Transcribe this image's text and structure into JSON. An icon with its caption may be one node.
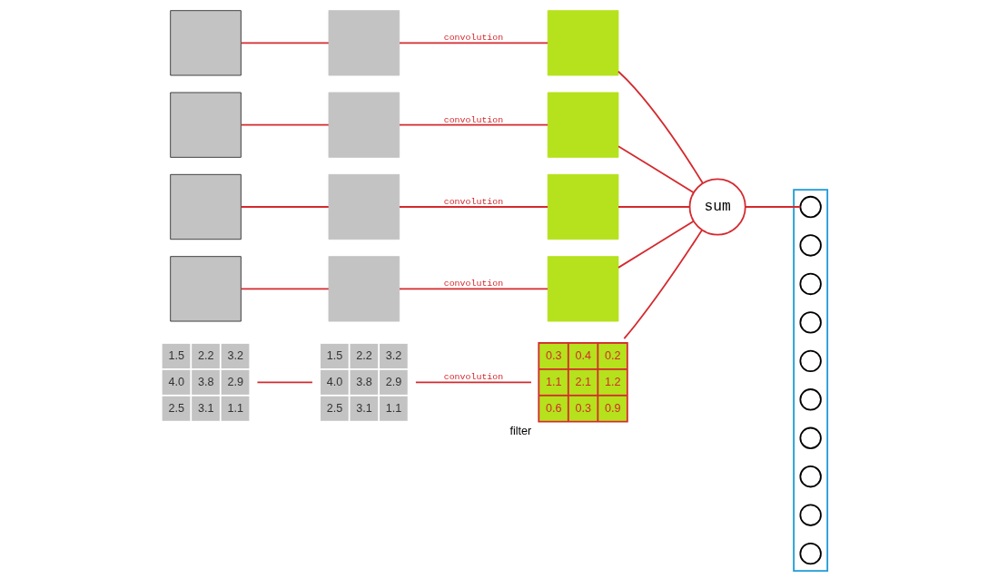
{
  "diagram": {
    "nodes": [
      {
        "text": [],
        "shape": "box"
      },
      {
        "text": [],
        "shape": "box"
      },
      {
        "text": [],
        "shape": "box"
      },
      {
        "text": [],
        "shape": "box"
      },
      {
        "text": [
          "1.5",
          "2.2",
          "3.2",
          "4.0",
          "3.8",
          "2.9",
          "2.5",
          "3.1",
          "1.1"
        ]
      },
      {
        "text": [],
        "shape": "box"
      },
      {
        "text": [],
        "shape": "box"
      },
      {
        "text": [],
        "shape": "box"
      },
      {
        "text": [],
        "shape": "box"
      },
      {
        "text": [
          "1.5",
          "2.2",
          "3.2",
          "4.0",
          "3.8",
          "2.9",
          "2.5",
          "3.1",
          "1.1"
        ]
      },
      {
        "text": [],
        "shape": "box"
      },
      {
        "text": [],
        "shape": "box"
      },
      {
        "text": [],
        "shape": "box"
      },
      {
        "text": [],
        "shape": "box"
      },
      {
        "text": [
          "0.3",
          "0.4",
          "0.2",
          "1.1",
          "2.1",
          "1.2",
          "0.6",
          "0.3",
          "0.9"
        ],
        "beside": [
          "filter"
        ]
      },
      {
        "text": [
          "sum"
        ]
      },
      {
        "text": [],
        "shape": "box"
      },
      {
        "text": [],
        "shape": "circle",
        "in": 16
      },
      {
        "text": [],
        "shape": "circle",
        "in": 16
      },
      {
        "text": [],
        "shape": "circle",
        "in": 16
      },
      {
        "text": [],
        "shape": "circle",
        "in": 16
      },
      {
        "text": [],
        "shape": "circle",
        "in": 16
      },
      {
        "text": [],
        "shape": "circle",
        "in": 16
      },
      {
        "text": [],
        "shape": "circle",
        "in": 16
      },
      {
        "text": [],
        "shape": "circle",
        "in": 16
      },
      {
        "text": [],
        "shape": "circle",
        "in": 16
      },
      {
        "text": [],
        "shape": "circle",
        "in": 16
      }
    ],
    "edges": [
      {
        "from": 0,
        "to": 5,
        "arrow": "none"
      },
      {
        "from": 1,
        "to": 6,
        "arrow": "none"
      },
      {
        "from": 2,
        "to": 7,
        "arrow": "none"
      },
      {
        "from": 3,
        "to": 8,
        "arrow": "none"
      },
      {
        "from": 4,
        "to": 9,
        "arrow": "none"
      },
      {
        "from": 5,
        "to": 10,
        "arrow": "none",
        "label": "convolution"
      },
      {
        "from": 6,
        "to": 11,
        "arrow": "none",
        "label": "convolution"
      },
      {
        "from": 7,
        "to": 12,
        "arrow": "none",
        "label": "convolution"
      },
      {
        "from": 8,
        "to": 13,
        "arrow": "none",
        "label": "convolution"
      },
      {
        "from": 9,
        "to": 14,
        "arrow": "none",
        "label": "convolution"
      },
      {
        "from": 10,
        "to": 15,
        "arrow": "none"
      },
      {
        "from": 11,
        "to": 15,
        "arrow": "none"
      },
      {
        "from": 12,
        "to": 15,
        "arrow": "none"
      },
      {
        "from": 13,
        "to": 15,
        "arrow": "none"
      },
      {
        "from": 14,
        "to": 15,
        "arrow": "none"
      },
      {
        "from": 15,
        "to": 17,
        "arrow": "none"
      }
    ]
  }
}
